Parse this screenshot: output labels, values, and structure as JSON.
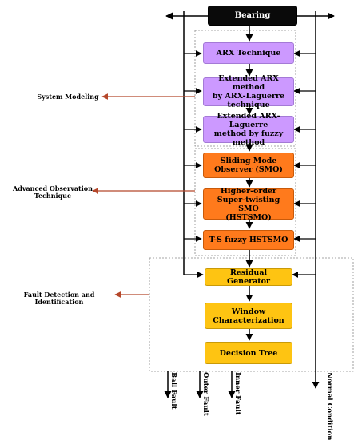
{
  "blocks": {
    "bearing": "Bearing",
    "arx": "ARX Technique",
    "extended_arx": [
      "Extended ARX method",
      "by ARX-Laguerre",
      "technique"
    ],
    "fuzzy_arx": [
      "Extended ARX-Laguerre",
      "method by fuzzy",
      "method"
    ],
    "smo": [
      "Sliding Mode",
      "Observer (SMO)"
    ],
    "hstsmo": [
      "Higher-order",
      "Super-twisting SMO",
      "(HSTSMO)"
    ],
    "ts_fuzzy": "T-S fuzzy HSTSMO",
    "residual": "Residual Generator",
    "window": [
      "Window",
      "Characterization"
    ],
    "tree": "Decision Tree"
  },
  "stages": {
    "system_modeling": "System Modeling",
    "advanced_observation": [
      "Advanced Observation",
      "Technique"
    ],
    "fault_detection": "Fault Detection and Identification"
  },
  "outputs": {
    "ball": "Ball Fault",
    "outer": "Outer Fault",
    "inner": "Inner Fault",
    "normal": "Normal Condition"
  },
  "colors": {
    "modeling": "#cc99ff",
    "observer": "#ff7a1c",
    "detection": "#fec412",
    "bearing": "#0a0a0a",
    "stage_arrow": "#b5472a"
  }
}
